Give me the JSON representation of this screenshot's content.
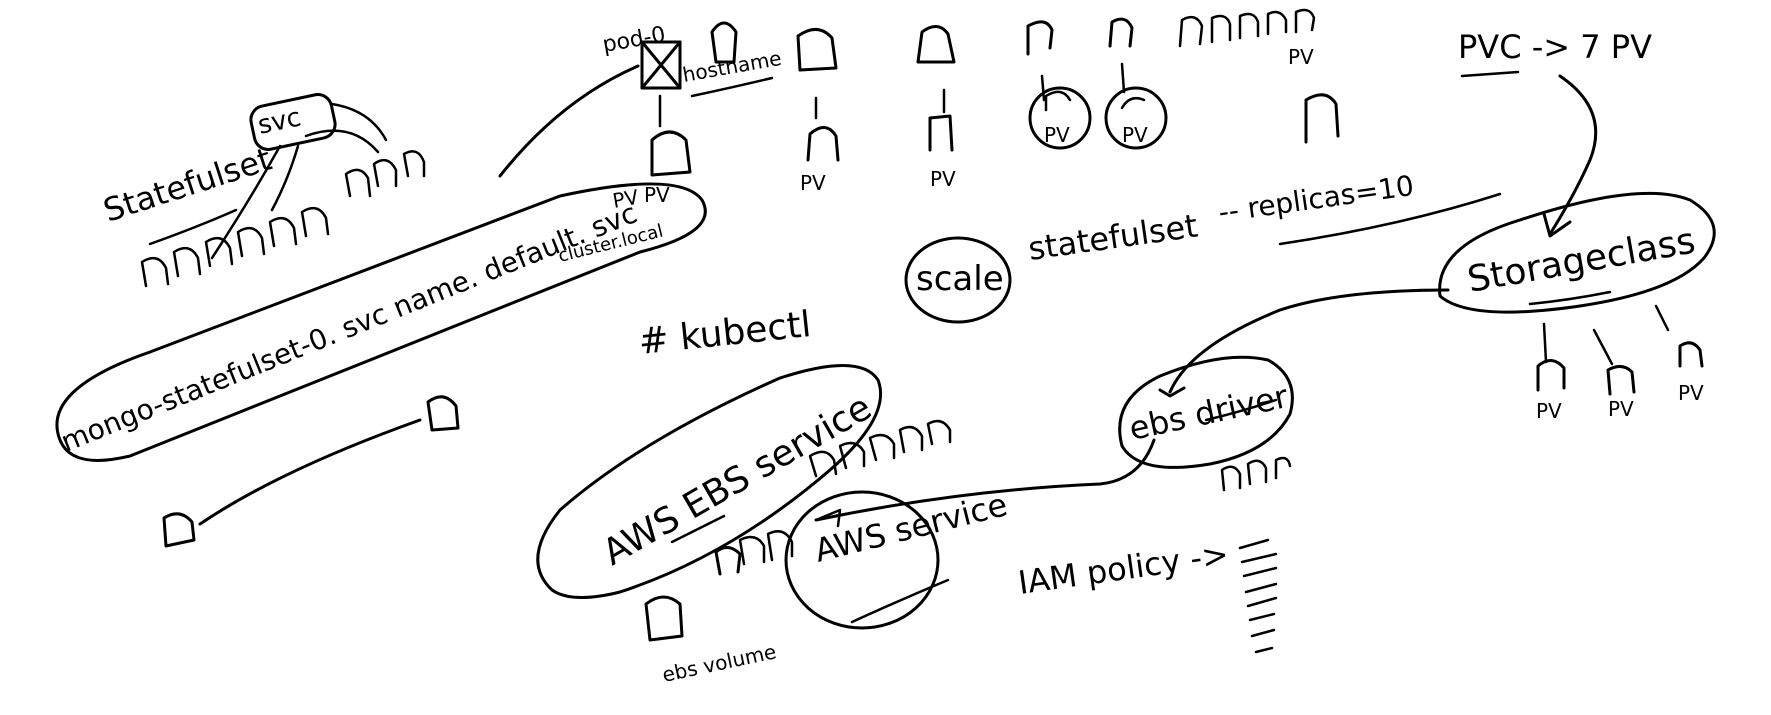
{
  "labels": {
    "pod": "pod-0",
    "hostname": "hostname",
    "svc": "svc",
    "statefulset": "Statefulset",
    "dns": "mongo-statefulset-0. svc name. default. svc",
    "cluster_local": "cluster.local",
    "pv": "PV",
    "pvc_to_pv": "PVC -> 7 PV",
    "scale_cmd": "# kubectl",
    "scale": "scale",
    "scale_target": "statefulset",
    "replicas": "-- replicas=10",
    "storageclass": "Storageclass",
    "ebs_driver": "ebs driver",
    "aws_ebs_service": "AWS EBS service",
    "aws_service": "AWS service",
    "ebs_volume": "ebs volume",
    "iam_policy": "IAM policy ->"
  },
  "colors": {
    "ink": "#000000",
    "background": "#ffffff"
  }
}
